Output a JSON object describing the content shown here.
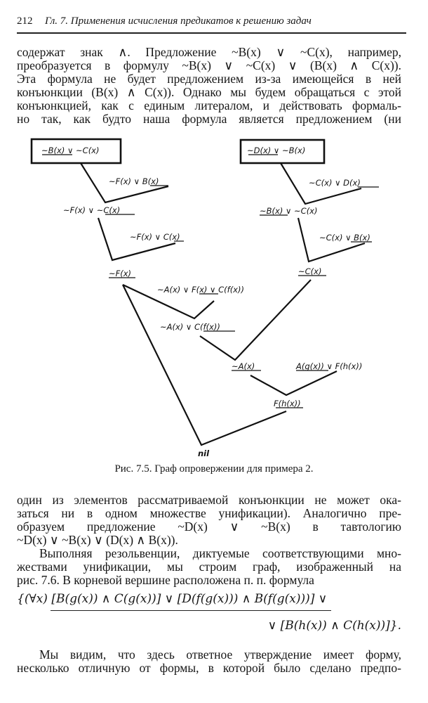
{
  "header": {
    "page_number": "212",
    "running_title": "Гл. 7. Применения исчисления предикатов к решению задач"
  },
  "top_paragraph": [
    "содержат знак ∧. Предложение ~B(x) ∨ ~C(x), например,",
    "преобразуется в формулу ~B(x) ∨ ~C(x) ∨ (B(x) ∧ C(x)).",
    "Эта формула не будет предложением из-за имеющейся в ней",
    "конъюнкции (B(x) ∧ C(x)). Однако мы будем обращаться с этой",
    "конъюнкцией, как с единым литералом, и действовать формаль-",
    "но так, как будто наша формула является предложением (ни"
  ],
  "figure": {
    "nodes": {
      "root_left": "~B(x) ∨ ~C(x)",
      "root_right": "~D(x) ∨ ~B(x)",
      "axiom_1": "~F(x) ∨ B(x)",
      "res_1": "~F(x) ∨ ~C(x)",
      "axiom_2": "~F(x) ∨ C(x)",
      "res_2": "~F(x)",
      "axiom_3": "~C(x) ∨ D(x)",
      "res_3": "~B(x) ∨ ~C(x)",
      "axiom_4": "~C(x) ∨ B(x)",
      "res_4": "~C(x)",
      "axiom_5": "~A(x) ∨ F(x) ∨ C(f(x))",
      "res_5": "~A(x) ∨ C(f(x))",
      "res_6": "~A(x)",
      "axiom_6": "A(g(x)) ∨ F(h(x))",
      "res_7": "F(h(x))",
      "nil": "nil"
    },
    "caption": "Рис. 7.5. Граф опровержении для примера 2."
  },
  "bottom_paragraph": [
    "один из элементов рассматриваемой конъюнкции не может ока-",
    "заться ни в одном множестве унификации). Аналогично пре-",
    "образуем предложение ~D(x) ∨ ~B(x) в тавтологию",
    "~D(x) ∨ ~B(x) ∨ (D(x) ∧ B(x)).",
    "Выполняя резольвенции, диктуемые соответствующими мно-",
    "жествами унификации, мы строим граф, изображенный на",
    "рис. 7.6. В корневой вершине расположена п. п. формула"
  ],
  "formula": {
    "line1": "{(∀x) [B(g(x)) ∧ C(g(x))] ∨ [D(f(g(x))) ∧ B(f(g(x)))] ∨",
    "line2": "∨ [B(h(x)) ∧ C(h(x))]}."
  },
  "last_paragraph": [
    "Мы видим, что здесь ответное утверждение имеет форму,",
    "несколько отличную от формы, в которой было сделано предпо-"
  ]
}
